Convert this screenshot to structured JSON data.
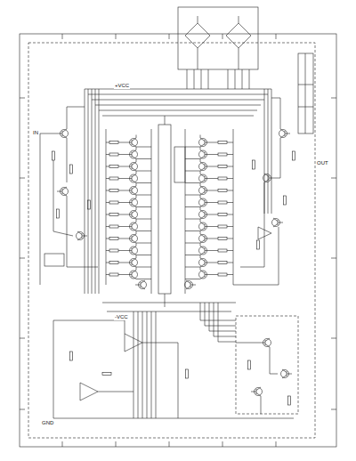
{
  "diagram": {
    "labels": [
      "IN",
      "OUT",
      "+VCC",
      "-VCC",
      "GND"
    ]
  }
}
